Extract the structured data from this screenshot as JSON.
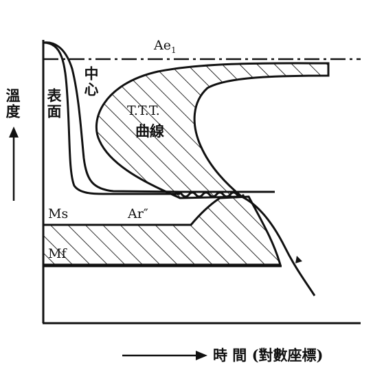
{
  "labels": {
    "ae1": "Ae",
    "ae1_sub": "1",
    "surface": "表面",
    "center": "中心",
    "ttt_line1": "T.T.T.",
    "ttt_line2": "曲線",
    "ms": "Ms",
    "ar": "Ar″",
    "mf": "Mf",
    "y_axis": "溫度",
    "x_axis": "時 間 (對數座標)"
  }
}
